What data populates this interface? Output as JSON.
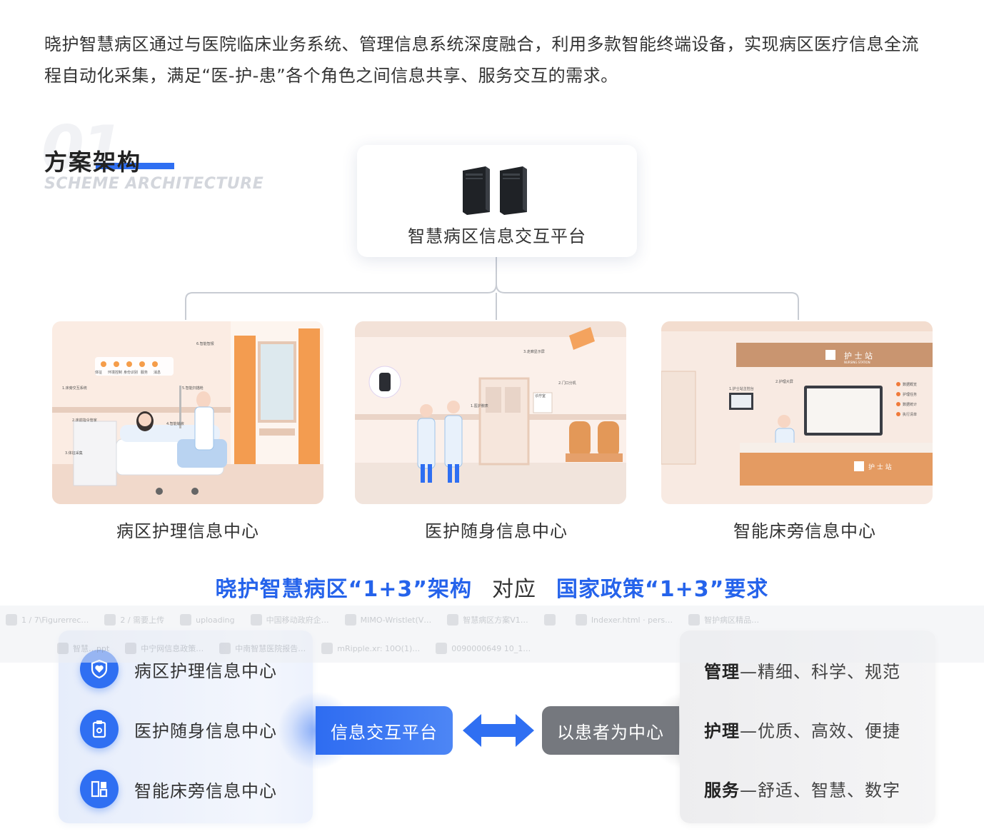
{
  "intro": {
    "line1": "晓护智慧病区通过与医院临床业务系统、管理信息系统深度融合，利用多款智能终端设备，实现病区医疗信息全流",
    "line2": "程自动化采集，满足“医-护-患”各个角色之间信息共享、服务交互的需求。"
  },
  "section": {
    "number": "01",
    "title": "方案架构",
    "subtitle": "SCHEME ARCHITECTURE"
  },
  "platform": {
    "label": "智慧病区信息交互平台"
  },
  "cards": [
    {
      "label": "病区护理信息中心",
      "tags": [
        "6.智能智报",
        "1.床旁交互系统",
        "5.智能扫描枪",
        "2.床前指令管家",
        "4.智能输液",
        "3.体征采集"
      ],
      "icon_labels": [
        "体征",
        "环境控制",
        "身份识别",
        "服务",
        "消息"
      ]
    },
    {
      "label": "医护随身信息中心",
      "tags": [
        "3.走廊显示屏",
        "2.门口分机",
        "1.医护腕表"
      ],
      "door_sign": "诊疗室"
    },
    {
      "label": "智能床旁信息中心",
      "station_title": "护 士 站",
      "station_sub": "NURSING STATION",
      "tags": [
        "1.护士站主控台",
        "2.护理大屏"
      ],
      "side_items": [
        "数据概览",
        "护理任务",
        "数据统计",
        "执行清单"
      ]
    }
  ],
  "headline": {
    "left": "晓护智慧病区“1+3”架构",
    "middle": "对应",
    "right": "国家政策“1+3”要求"
  },
  "taskbar": {
    "row1": [
      "1 / 7\\Figurerrec…",
      "2 / 需要上传",
      "uploading",
      "中国移动政府企…",
      "MIMO-Wristlet(V…",
      "智慧病区方案V1…",
      "",
      "Indexer.html · pers…",
      "智护病区精品…"
    ],
    "row2": [
      "智慧…ppt",
      "中宁网信息政策…",
      "中南智慧医院报告…",
      "mRipple.xr: 10O(1)…",
      "0090000649 10_1…"
    ]
  },
  "left_panel": {
    "items": [
      {
        "label": "病区护理信息中心",
        "icon": "shield-heart-icon"
      },
      {
        "label": "医护随身信息中心",
        "icon": "clipboard-icon"
      },
      {
        "label": "智能床旁信息中心",
        "icon": "grid-icon"
      }
    ]
  },
  "center": {
    "platform_button": "信息交互平台",
    "patient_button": "以患者为中心"
  },
  "right_panel": {
    "items": [
      {
        "key": "管理",
        "value": "—精细、科学、规范"
      },
      {
        "key": "护理",
        "value": "—优质、高效、便捷"
      },
      {
        "key": "服务",
        "value": "—舒适、智慧、数字"
      }
    ]
  },
  "colors": {
    "accent": "#2f6ff2",
    "headline_blue": "#2563eb",
    "gray_button": "#75787e",
    "card_wood": "#e8935a"
  }
}
